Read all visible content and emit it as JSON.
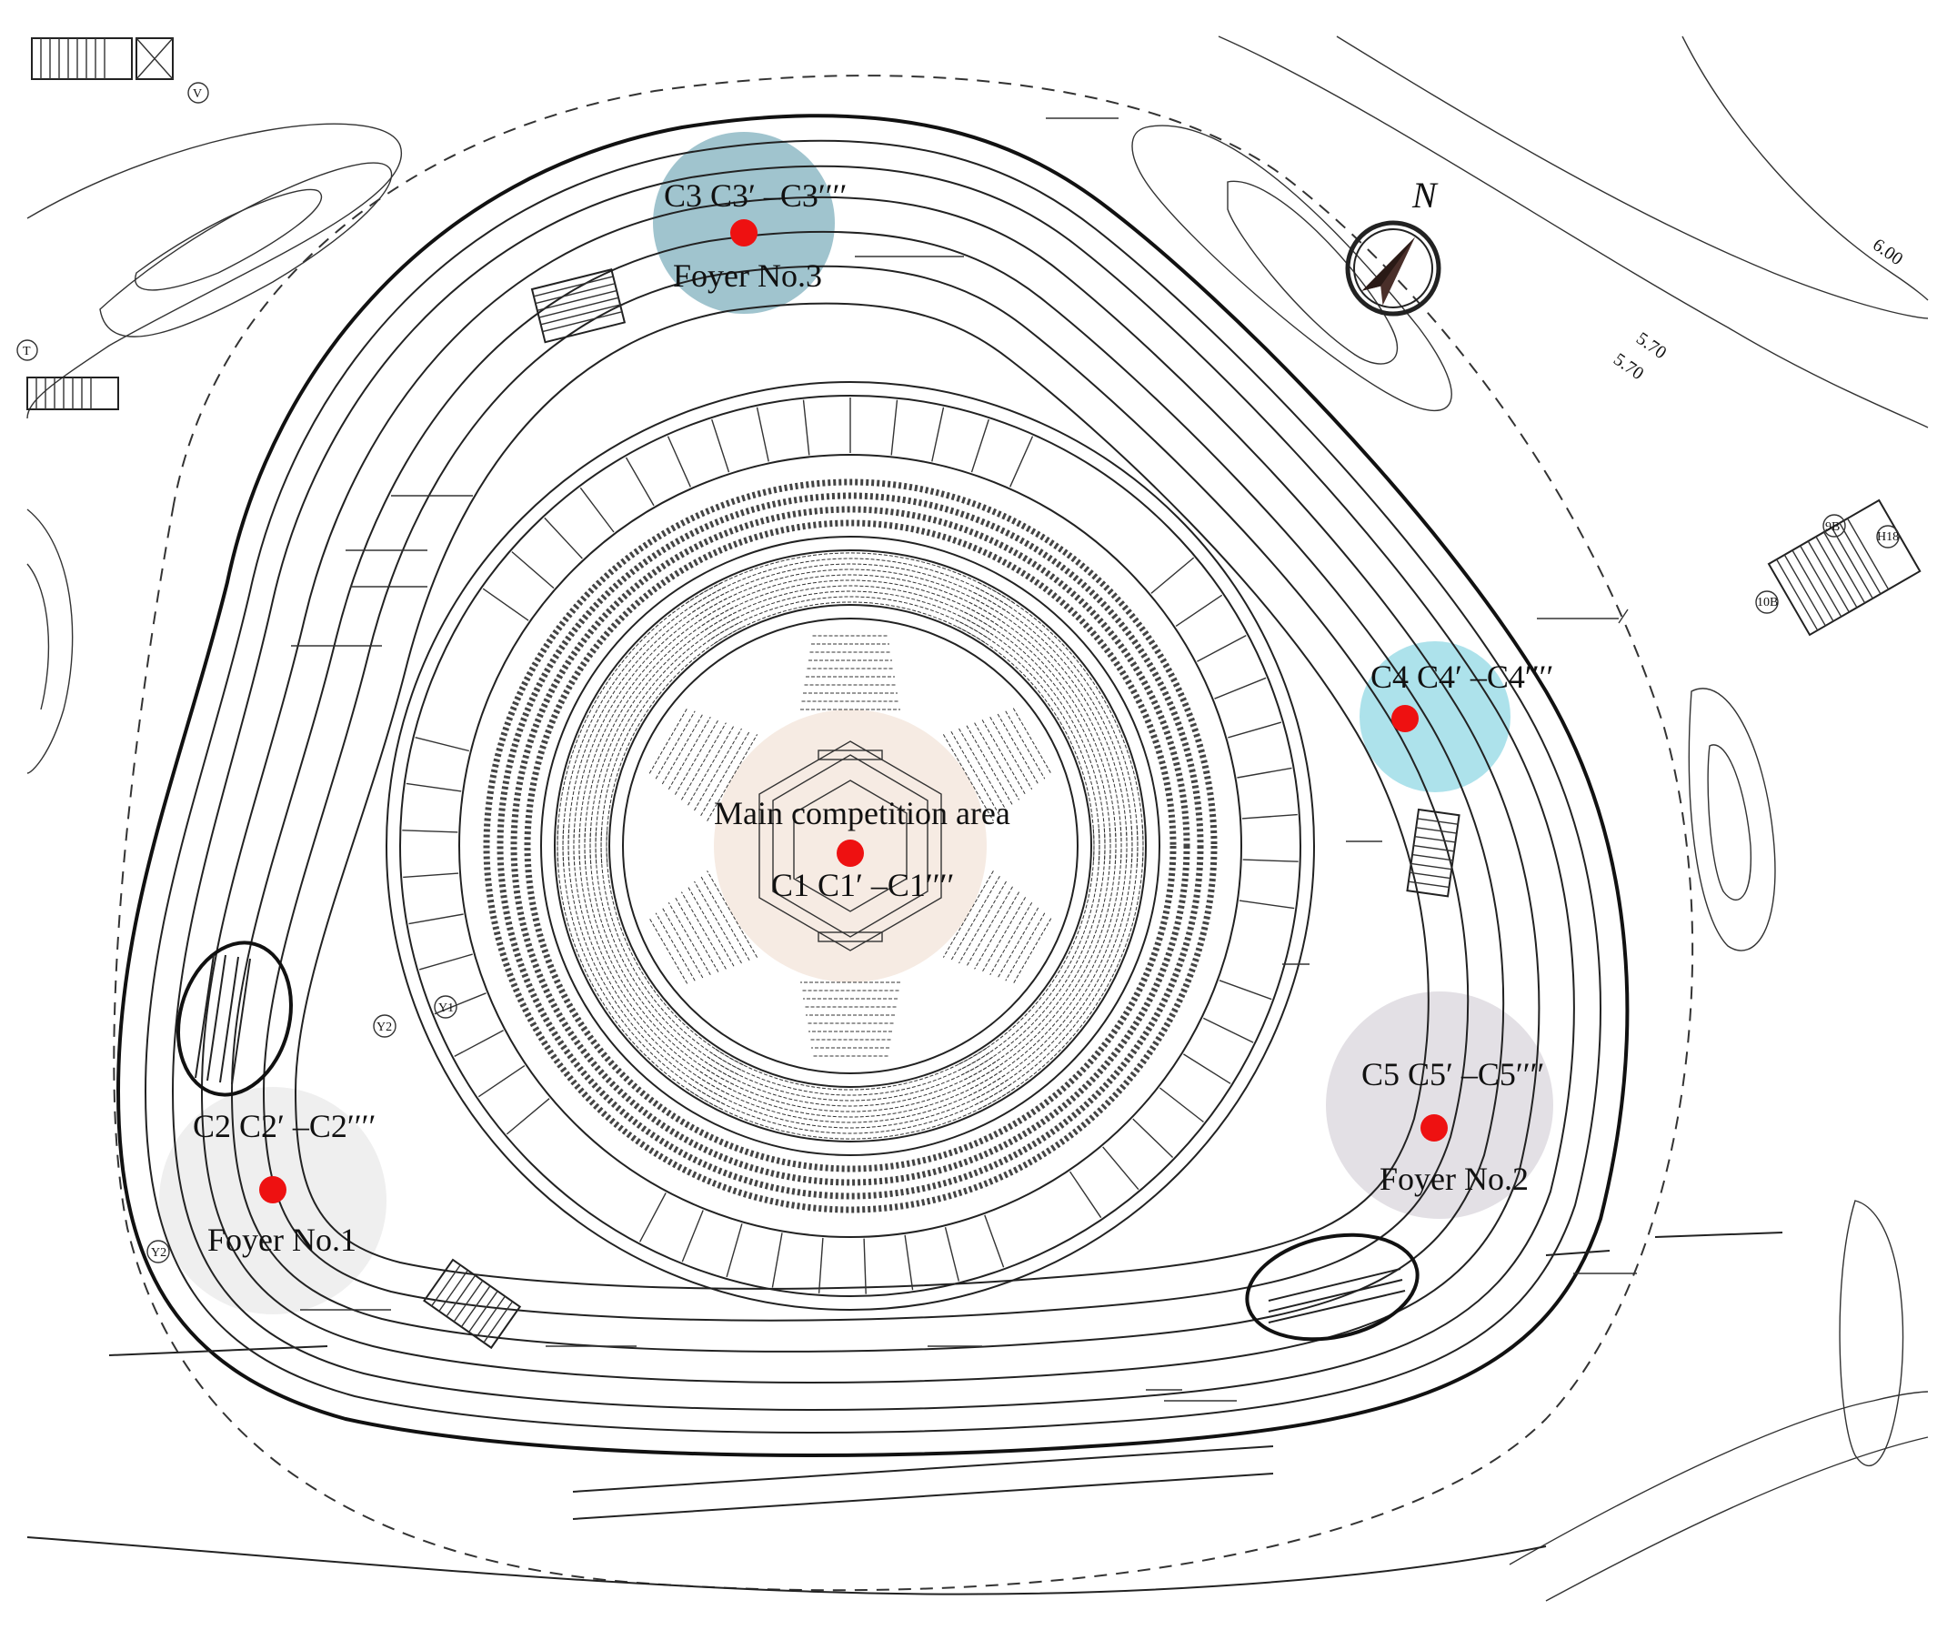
{
  "diagram": {
    "compass": {
      "north_label": "N"
    },
    "contour_labels": [
      "6.00",
      "5.70",
      "5.70"
    ],
    "axis_markers": [
      "V",
      "T",
      "9B",
      "H18",
      "10B",
      "Y2",
      "Y1",
      "Y2"
    ],
    "zones": [
      {
        "key": "main",
        "title": "Main competition area",
        "points": "C1 C1′ –C1′′′′",
        "fill": "#f6ebe3"
      },
      {
        "key": "foyer1",
        "title": "Foyer No.1",
        "points": "C2 C2′ –C2′′′′",
        "fill": "#ececec"
      },
      {
        "key": "foyer2",
        "title": "Foyer No.2",
        "points": "C5 C5′ –C5′′′′",
        "fill": "#dedbe1"
      },
      {
        "key": "foyer3",
        "title": "Foyer No.3",
        "points": "C3 C3′ –C3′′′′",
        "fill": "#8fbac6"
      },
      {
        "key": "c4",
        "title": "",
        "points": "C4 C4′ –C4′′′′",
        "fill": "#9fdde8"
      }
    ],
    "marker_color": "#ee1111"
  }
}
